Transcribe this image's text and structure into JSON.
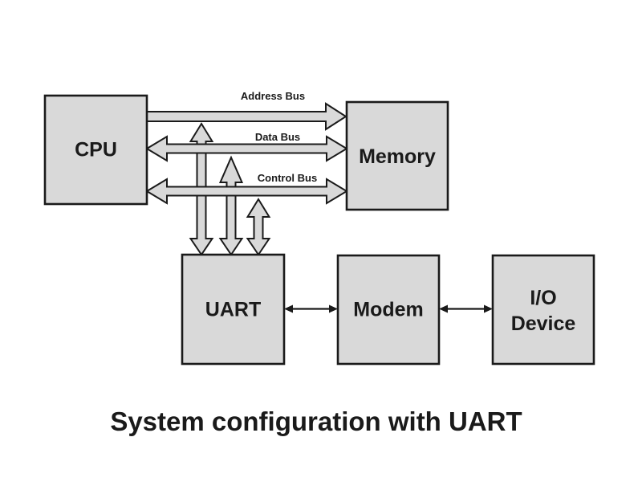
{
  "title": "System configuration with UART",
  "colors": {
    "background": "#ffffff",
    "shape_fill": "#d9d9d9",
    "outline": "#1a1a1a",
    "text": "#1a1a1a"
  },
  "boxes": {
    "cpu": {
      "label": "CPU"
    },
    "memory": {
      "label": "Memory"
    },
    "uart": {
      "label": "UART"
    },
    "modem": {
      "label": "Modem"
    },
    "io_device": {
      "line1": "I/O",
      "line2": "Device"
    }
  },
  "buses": {
    "address": {
      "label": "Address Bus",
      "direction": "cpu-to-memory"
    },
    "data": {
      "label": "Data Bus",
      "direction": "bidirectional"
    },
    "control": {
      "label": "Control Bus",
      "direction": "bidirectional"
    }
  },
  "links": {
    "uart_modem": {
      "direction": "bidirectional"
    },
    "modem_io": {
      "direction": "bidirectional"
    }
  }
}
